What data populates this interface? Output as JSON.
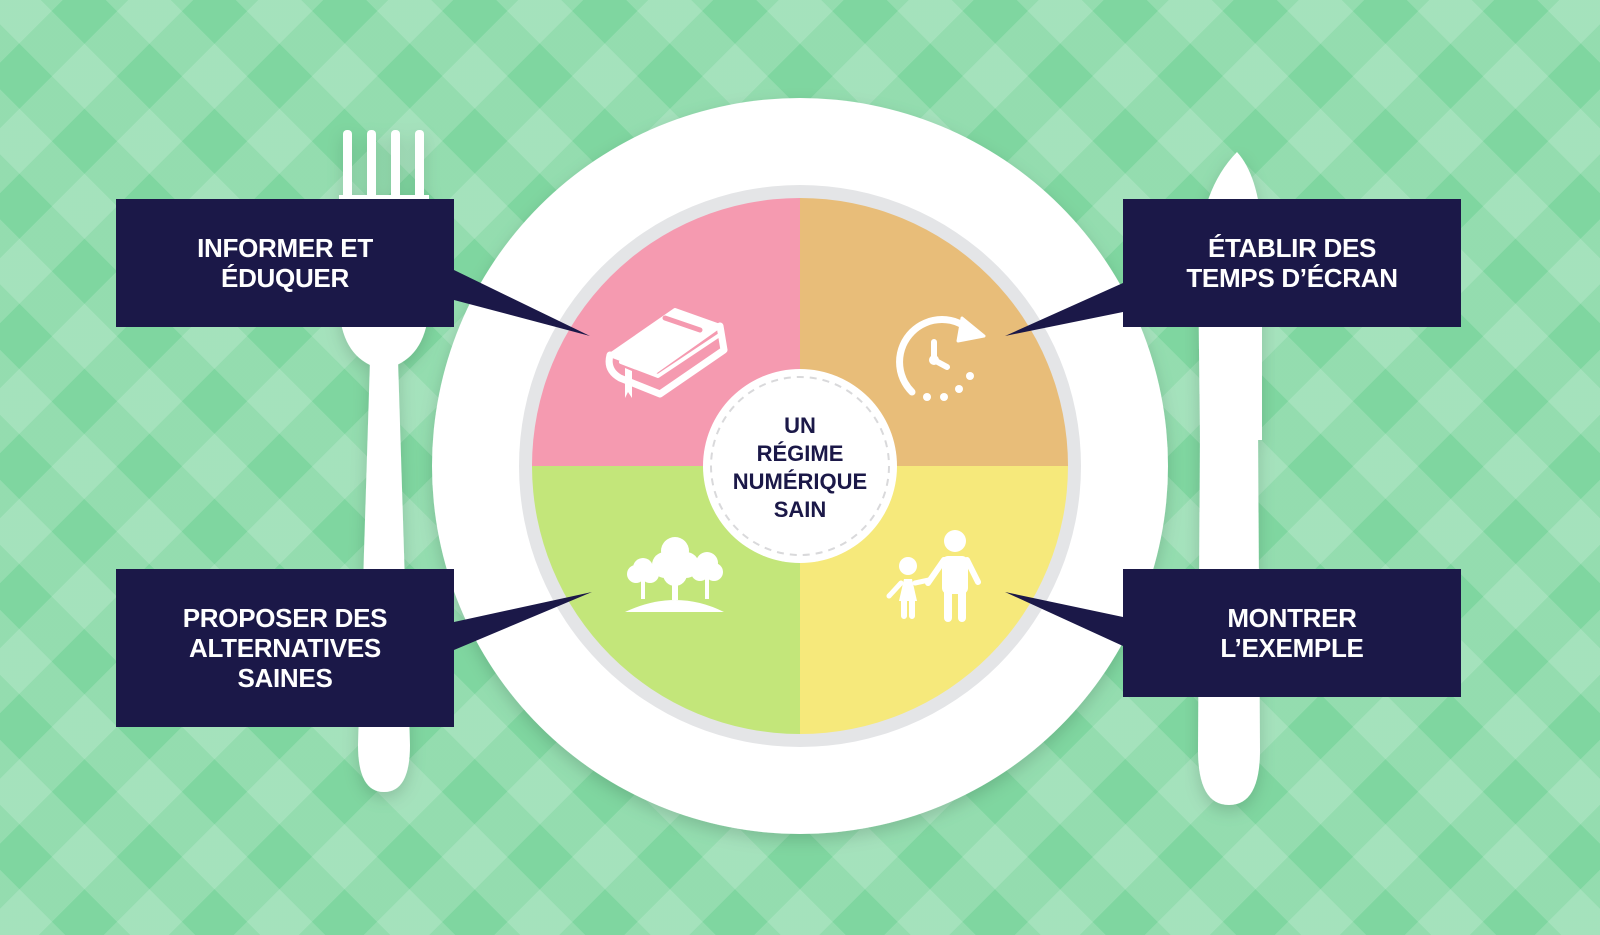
{
  "center": {
    "title": "UN\nRÉGIME\nNUMÉRIQUE\nSAIN"
  },
  "quadrants": [
    {
      "id": "informer",
      "label": "INFORMER ET\nÉDUQUER",
      "color": "#f59ab0",
      "icon": "book-icon"
    },
    {
      "id": "etablir",
      "label": "ÉTABLIR DES\nTEMPS D’ÉCRAN",
      "color": "#e8bd79",
      "icon": "clock-icon"
    },
    {
      "id": "proposer",
      "label": "PROPOSER DES\nALTERNATIVES\nSAINES",
      "color": "#c3e67a",
      "icon": "trees-icon"
    },
    {
      "id": "montrer",
      "label": "MONTRER\nL’EXEMPLE",
      "color": "#f6e97b",
      "icon": "parent-child-icon"
    }
  ],
  "colors": {
    "background": "#7fd6a0",
    "label_box": "#1b1848",
    "plate": "#ffffff",
    "plate_rim": "#e4e5e7",
    "cutlery": "#ffffff"
  }
}
